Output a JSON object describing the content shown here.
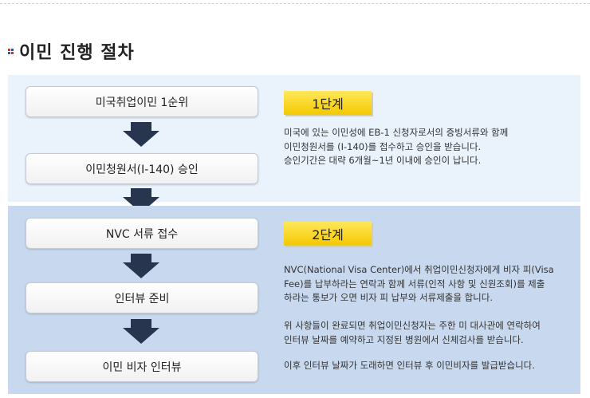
{
  "page": {
    "title": "이민 진행 절차",
    "bullet_colors": [
      "#c0392b",
      "#2c5aa0",
      "#2c5aa0",
      "#c0392b"
    ]
  },
  "colors": {
    "stage1_bg": "#eaf2fc",
    "stage2_bg": "#c8d9ef",
    "arrow": "#27354f",
    "badge": "#f4c800"
  },
  "stage1": {
    "badge": "1단계",
    "steps": [
      "미국취업이민 1순위",
      "이민청원서(I-140) 승인"
    ],
    "description": [
      "미국에 있는 이민성에 EB-1 신청자로서의 증빙서류와 함께",
      "이민청원서를 (I-140)를 접수하고 승인을 받습니다.",
      "승인기간은 대략 6개월~1년 이내에 승인이 납니다."
    ]
  },
  "stage2": {
    "badge": "2단계",
    "steps": [
      "NVC 서류 접수",
      "인터뷰 준비",
      "이민 비자 인터뷰"
    ],
    "paragraphs": [
      [
        "NVC(National Visa Center)에서 취업이민신청자에게 비자 피(Visa",
        "Fee)를  납부하라는 연락과 함께 서류(인적 사항 및 신원조회)를 제출",
        "하라는 통보가 오면 비자 피 납부와 서류제출을 합니다."
      ],
      [
        "위 사항들이 완료되면  취업이민신청자는 주한 미 대사관에 연락하여",
        "인터뷰 날짜를 예약하고 지정된 병원에서 신체검사를 받습니다."
      ],
      [
        "이후 인터뷰 날짜가 도래하면 인터뷰 후 이민비자를 발급받습니다."
      ]
    ]
  }
}
